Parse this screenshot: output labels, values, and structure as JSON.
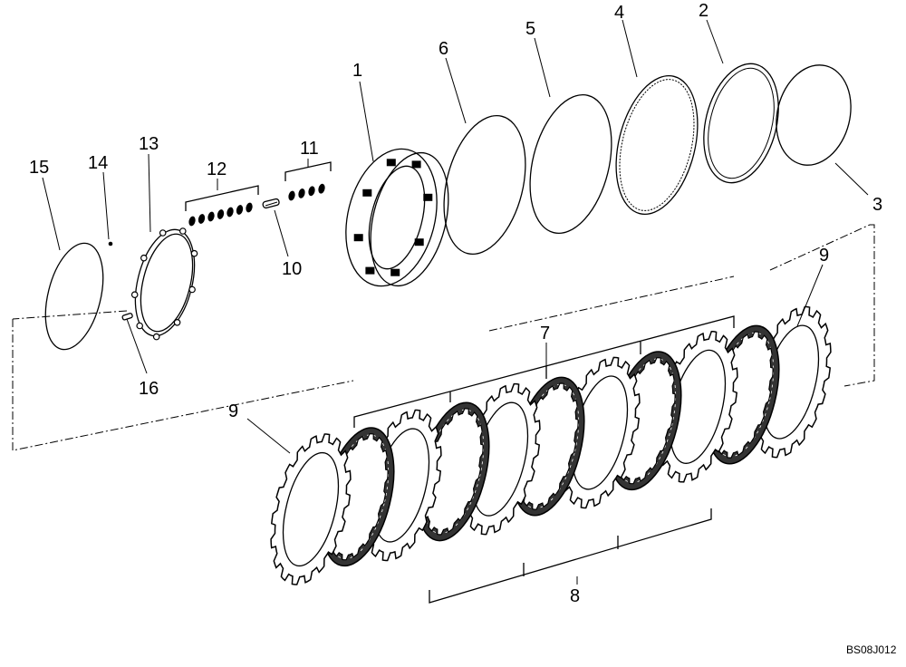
{
  "diagram": {
    "drawing_code": "BS08J012",
    "callouts": [
      "1",
      "2",
      "3",
      "4",
      "5",
      "6",
      "7",
      "8",
      "9",
      "9",
      "10",
      "11",
      "12",
      "13",
      "14",
      "15",
      "16"
    ],
    "colors": {
      "ink": "#000000",
      "friction": "#333333",
      "paper": "#ffffff"
    }
  }
}
